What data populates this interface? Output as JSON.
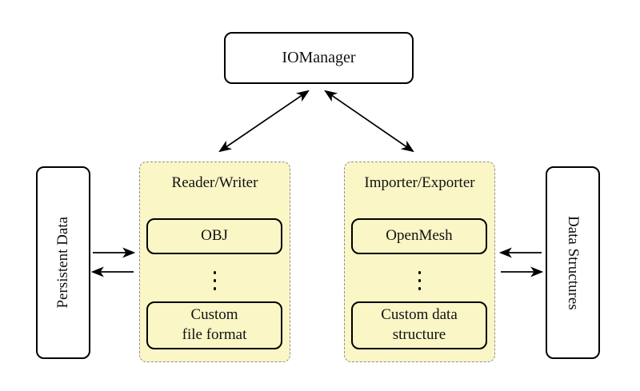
{
  "diagram": {
    "type": "architecture-diagram",
    "nodes": {
      "iomanager": {
        "label": "IOManager"
      },
      "persistent_data": {
        "label": "Persistent Data",
        "text_direction": "bottom-to-top"
      },
      "data_structures": {
        "label": "Data Structures",
        "text_direction": "top-to-bottom"
      },
      "reader_writer": {
        "label": "Reader/Writer",
        "items": [
          "OBJ",
          "Custom\nfile format"
        ],
        "ellipsis": "⋮"
      },
      "importer_exporter": {
        "label": "Importer/Exporter",
        "items": [
          "OpenMesh",
          "Custom data\nstructure"
        ],
        "ellipsis": "⋮"
      }
    },
    "edges": [
      {
        "from": "iomanager",
        "to": "reader_writer",
        "direction": "bidirectional"
      },
      {
        "from": "iomanager",
        "to": "importer_exporter",
        "direction": "bidirectional"
      },
      {
        "from": "persistent_data",
        "to": "reader_writer",
        "direction": "forward"
      },
      {
        "from": "reader_writer",
        "to": "persistent_data",
        "direction": "forward"
      },
      {
        "from": "data_structures",
        "to": "importer_exporter",
        "direction": "forward"
      },
      {
        "from": "importer_exporter",
        "to": "data_structures",
        "direction": "forward"
      }
    ],
    "colors": {
      "group_fill": "#faf6c6",
      "group_border": "#8f8f8f",
      "node_border": "#000000",
      "node_fill": "#ffffff",
      "arrow": "#000000"
    }
  }
}
